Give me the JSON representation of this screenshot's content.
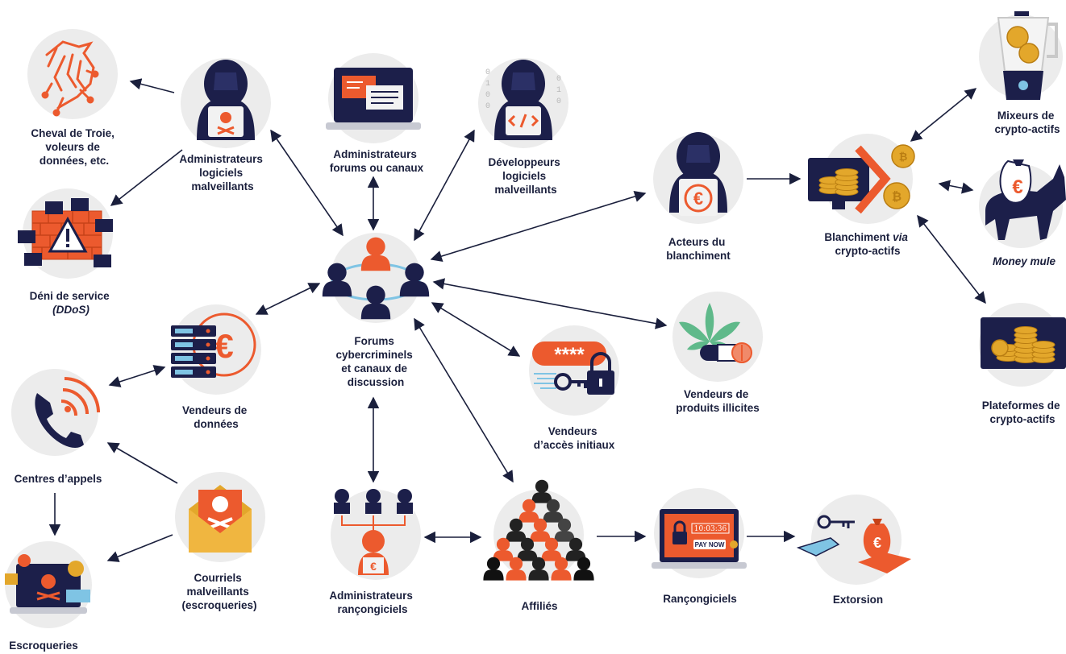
{
  "colors": {
    "navy": "#1c1f4a",
    "orange": "#ec5a2e",
    "gold": "#e3a72b",
    "ring": "#7fc4e4",
    "bg_circle": "#ececec",
    "arrow": "#1a1f3c"
  },
  "nodes": {
    "trojan": {
      "label": [
        "Cheval de Troie,",
        "voleurs de",
        "données, etc."
      ],
      "icon": "trojan-horse-icon"
    },
    "ddos": {
      "label": [
        "Déni de service",
        "(DDoS)"
      ],
      "icon": "ddos-icon"
    },
    "malware_admins": {
      "label": [
        "Administrateurs",
        "logiciels",
        "malveillants"
      ],
      "icon": "hacker-skull-icon"
    },
    "forum_admins": {
      "label": [
        "Administrateurs",
        "forums ou canaux"
      ],
      "icon": "laptop-chat-icon"
    },
    "malware_devs": {
      "label": [
        "Développeurs",
        "logiciels",
        "malveillants"
      ],
      "icon": "hacker-code-icon"
    },
    "forums": {
      "label": [
        "Forums",
        "cybercriminels",
        "et canaux de",
        "discussion"
      ],
      "icon": "network-users-icon"
    },
    "data_sellers": {
      "label": [
        "Vendeurs de",
        "données"
      ],
      "icon": "server-euro-icon"
    },
    "call_centers": {
      "label": [
        "Centres d’appels"
      ],
      "icon": "phone-icon"
    },
    "scams": {
      "label": [
        "Escroqueries"
      ],
      "icon": "scam-laptop-icon"
    },
    "phishing": {
      "label": [
        "Courriels",
        "malveillants",
        "(escroqueries)"
      ],
      "icon": "malicious-mail-icon"
    },
    "ransom_admins": {
      "label": [
        "Administrateurs",
        "rançongiciels"
      ],
      "icon": "ransom-hierarchy-icon"
    },
    "affiliates": {
      "label": [
        "Affiliés"
      ],
      "icon": "affiliates-crowd-icon"
    },
    "ransomware": {
      "label": [
        "Rançongiciels"
      ],
      "icon": "ransomware-laptop-icon",
      "screen_timer": "10:03:36",
      "screen_button": "PAY NOW"
    },
    "extortion": {
      "label": [
        "Extorsion"
      ],
      "icon": "extortion-hands-icon"
    },
    "access_sellers": {
      "label": [
        "Vendeurs",
        "d’accès initiaux"
      ],
      "icon": "password-key-lock-icon",
      "password_mask": "****"
    },
    "illicit_sellers": {
      "label": [
        "Vendeurs de",
        "produits illicites"
      ],
      "icon": "cannabis-pill-icon"
    },
    "laundering_actors": {
      "label": [
        "Acteurs du",
        "blanchiment"
      ],
      "icon": "hacker-euro-icon"
    },
    "crypto_laundering": {
      "label_prefix": "Blanchiment ",
      "label_italic": "via",
      "label_line2": "crypto-actifs",
      "icon": "crypto-laundering-icon"
    },
    "mixers": {
      "label": [
        "Mixeurs de",
        "crypto-actifs"
      ],
      "icon": "blender-icon"
    },
    "money_mule": {
      "label": [
        "Money mule"
      ],
      "icon": "donkey-icon"
    },
    "platforms": {
      "label": [
        "Plateformes de",
        "crypto-actifs"
      ],
      "icon": "monitor-coins-icon"
    }
  }
}
